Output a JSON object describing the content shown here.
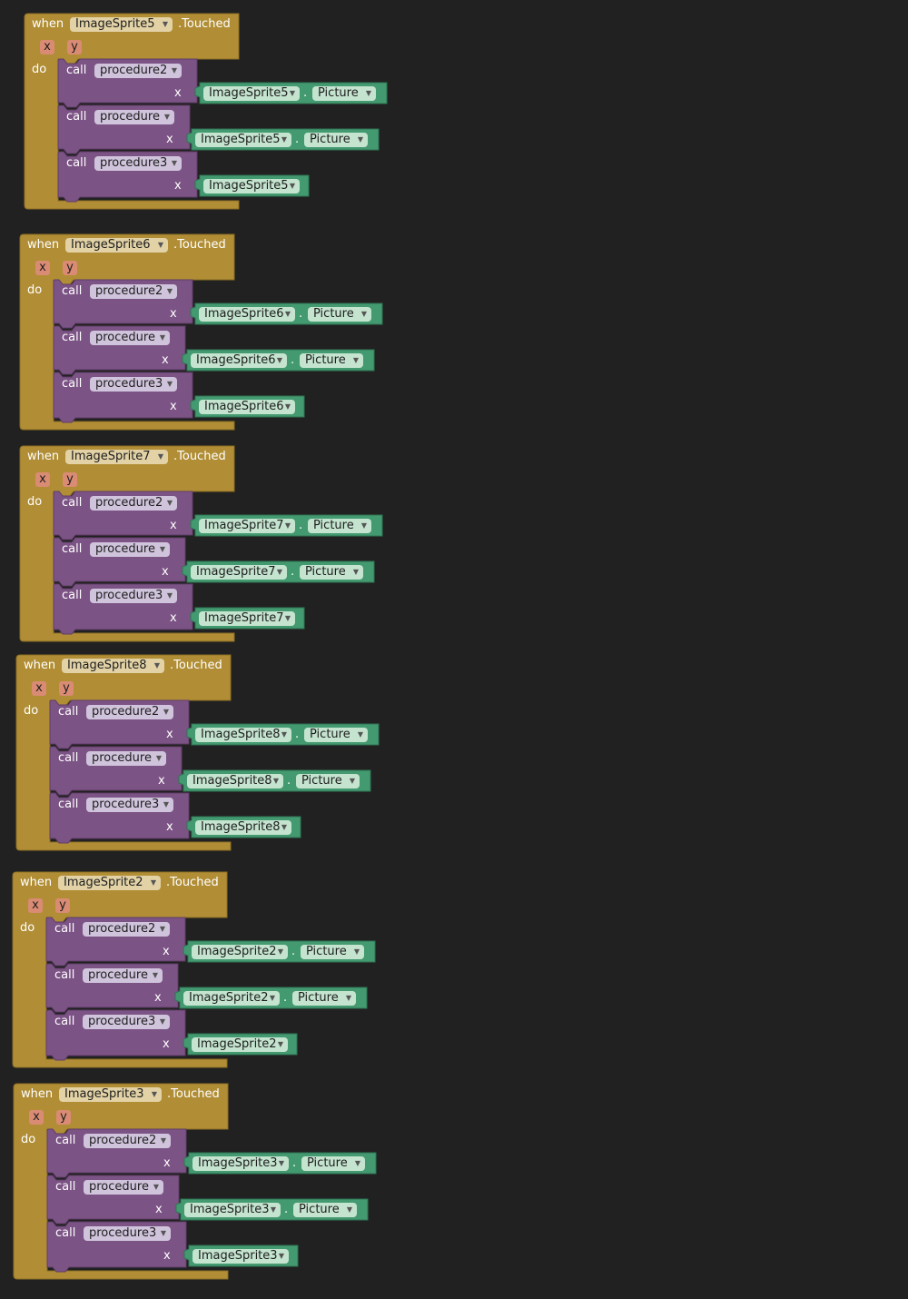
{
  "labels": {
    "when": "when",
    "touched": ".Touched",
    "do": "do",
    "call": "call",
    "x": "x",
    "dot": "."
  },
  "colors": {
    "background": "#212121",
    "event_block": "#b18e35",
    "procedure_block": "#7c5385",
    "component_block": "#439970",
    "param_chip": "#d98b74"
  },
  "events": [
    {
      "component": "ImageSprite5",
      "params": [
        "x",
        "y"
      ],
      "calls": [
        {
          "procedure": "procedure2",
          "arg_component": "ImageSprite5",
          "arg_property": "Picture"
        },
        {
          "procedure": "procedure",
          "arg_component": "ImageSprite5",
          "arg_property": "Picture"
        },
        {
          "procedure": "procedure3",
          "arg_component": "ImageSprite5",
          "arg_property": ""
        }
      ]
    },
    {
      "component": "ImageSprite6",
      "params": [
        "x",
        "y"
      ],
      "calls": [
        {
          "procedure": "procedure2",
          "arg_component": "ImageSprite6",
          "arg_property": "Picture"
        },
        {
          "procedure": "procedure",
          "arg_component": "ImageSprite6",
          "arg_property": "Picture"
        },
        {
          "procedure": "procedure3",
          "arg_component": "ImageSprite6",
          "arg_property": ""
        }
      ]
    },
    {
      "component": "ImageSprite7",
      "params": [
        "x",
        "y"
      ],
      "calls": [
        {
          "procedure": "procedure2",
          "arg_component": "ImageSprite7",
          "arg_property": "Picture"
        },
        {
          "procedure": "procedure",
          "arg_component": "ImageSprite7",
          "arg_property": "Picture"
        },
        {
          "procedure": "procedure3",
          "arg_component": "ImageSprite7",
          "arg_property": ""
        }
      ]
    },
    {
      "component": "ImageSprite8",
      "params": [
        "x",
        "y"
      ],
      "calls": [
        {
          "procedure": "procedure2",
          "arg_component": "ImageSprite8",
          "arg_property": "Picture"
        },
        {
          "procedure": "procedure",
          "arg_component": "ImageSprite8",
          "arg_property": "Picture"
        },
        {
          "procedure": "procedure3",
          "arg_component": "ImageSprite8",
          "arg_property": ""
        }
      ]
    },
    {
      "component": "ImageSprite2",
      "params": [
        "x",
        "y"
      ],
      "calls": [
        {
          "procedure": "procedure2",
          "arg_component": "ImageSprite2",
          "arg_property": "Picture"
        },
        {
          "procedure": "procedure",
          "arg_component": "ImageSprite2",
          "arg_property": "Picture"
        },
        {
          "procedure": "procedure3",
          "arg_component": "ImageSprite2",
          "arg_property": ""
        }
      ]
    },
    {
      "component": "ImageSprite3",
      "params": [
        "x",
        "y"
      ],
      "calls": [
        {
          "procedure": "procedure2",
          "arg_component": "ImageSprite3",
          "arg_property": "Picture"
        },
        {
          "procedure": "procedure",
          "arg_component": "ImageSprite3",
          "arg_property": "Picture"
        },
        {
          "procedure": "procedure3",
          "arg_component": "ImageSprite3",
          "arg_property": ""
        }
      ]
    }
  ]
}
